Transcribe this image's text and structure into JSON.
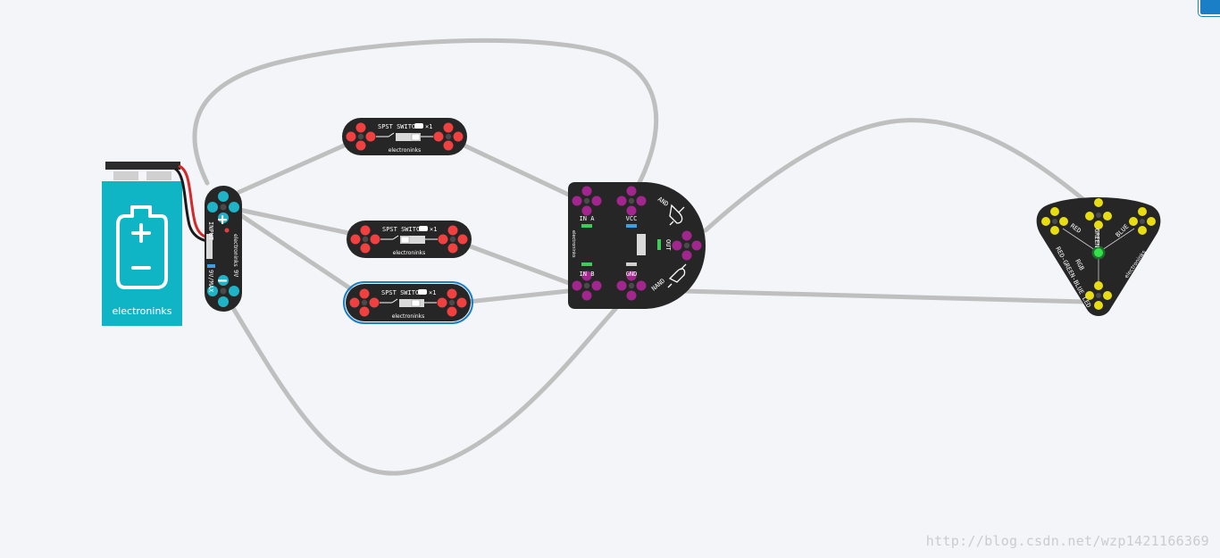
{
  "canvas": {
    "background": "#f3f5f8",
    "wire_color": "#bfbfbf"
  },
  "battery": {
    "brand": "electroninks",
    "color": "#10b5c5",
    "icon": "battery-icon",
    "plus_symbol": "+",
    "minus_symbol": "−"
  },
  "battery_module": {
    "plus_label": "+",
    "minus_label": "−",
    "voltage_label": "9V",
    "brand": "electroninks",
    "side_top": "INPUT",
    "side_bottom": "9V/MAX",
    "contact_color": "#1fb3c8"
  },
  "switches": [
    {
      "label": "SPST SWITCH",
      "count": "×1",
      "brand": "electroninks",
      "selected": false
    },
    {
      "label": "SPST SWITCH",
      "count": "×1",
      "brand": "electroninks",
      "selected": false
    },
    {
      "label": "SPST SWITCH",
      "count": "×1",
      "brand": "electroninks",
      "selected": true
    }
  ],
  "gate_module": {
    "in_a": "IN A",
    "in_b": "IN B",
    "vcc": "VCC",
    "gnd": "GND",
    "out": "OUT",
    "and": "AND",
    "nand": "NAND",
    "brand": "electroninks",
    "contact_color": "#a3268f"
  },
  "led_module": {
    "red": "RED",
    "green": "GREEN",
    "blue": "BLUE",
    "title": "RED-GREEN-BLUE LED",
    "rgb": "RGB",
    "brand": "electroninks",
    "contact_color": "#e8dc12",
    "led_color": "#33e24a"
  },
  "contact_red": "#f04040",
  "watermark": "http://blog.csdn.net/wzp1421166369"
}
